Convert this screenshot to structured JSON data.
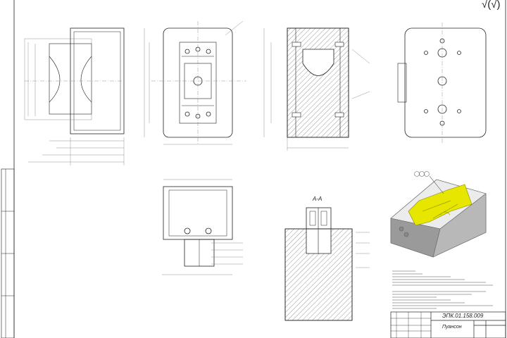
{
  "drawing": {
    "section_label": "А-А",
    "roughness_symbol": "√(√)",
    "title_block": {
      "designation": "ЭПК.01.158.009",
      "part_name": "Пуансон"
    },
    "accent_color": "#e6e600"
  }
}
